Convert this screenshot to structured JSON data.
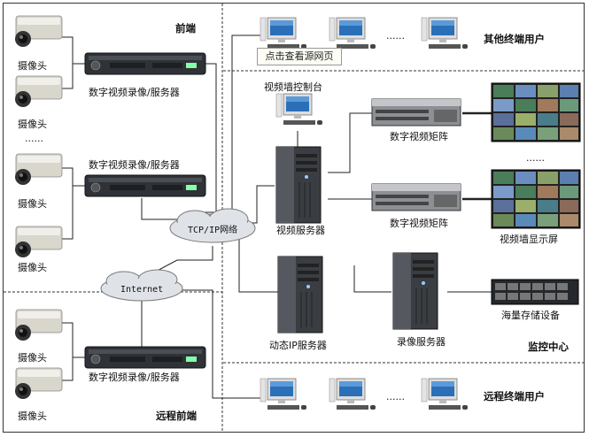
{
  "regions": {
    "front_end": "前端",
    "other_terminals": "其他终端用户",
    "monitor_center": "监控中心",
    "remote_front_end": "远程前端",
    "remote_terminals": "远程终端用户"
  },
  "cameras": {
    "label": "摄像头",
    "ellipsis": "......"
  },
  "dvr": {
    "label": "数字视频录像/服务器"
  },
  "network": {
    "tcpip": "TCP/IP网络",
    "internet": "Internet"
  },
  "other_users": {
    "caption": "点击查看源网页",
    "ellipsis": "......"
  },
  "center": {
    "wall_console": "视频墙控制台",
    "video_server": "视频服务器",
    "matrix": "数字视频矩阵",
    "wall_display": "视频墙显示屏",
    "storage": "海量存储设备",
    "dynamic_ip": "动态IP服务器",
    "record_server": "录像服务器",
    "ellipsis": "......"
  },
  "remote_users": {
    "ellipsis": "......"
  }
}
